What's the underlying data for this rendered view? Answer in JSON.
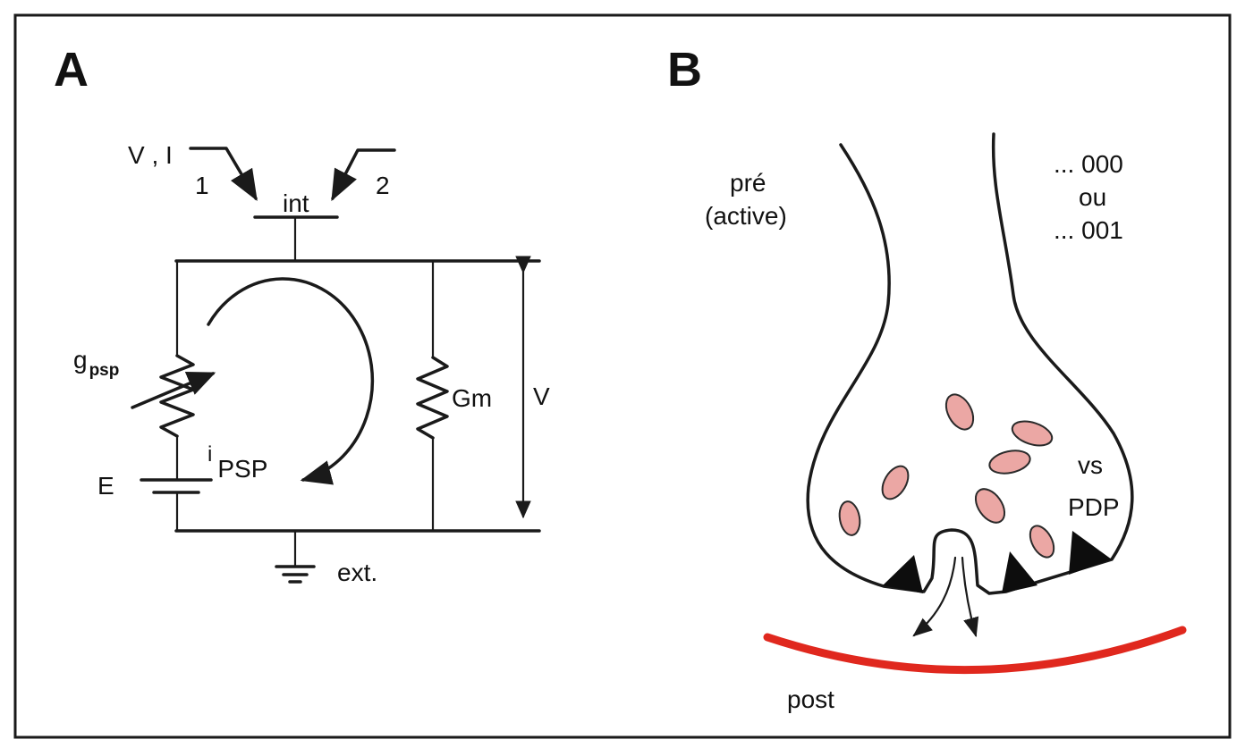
{
  "panels": {
    "a": {
      "letter": "A",
      "probe_label": "V , I",
      "electrode_1": "1",
      "electrode_2": "2",
      "int_label": "int",
      "gpsp_main": "g",
      "gpsp_sub": "psp",
      "gm_label": "Gm",
      "v_label": "V",
      "e_label": "E",
      "ipsp_pre": "i",
      "ipsp_main": "PSP",
      "ext_label": "ext."
    },
    "b": {
      "letter": "B",
      "pre_line1": "pré",
      "pre_line2": "(active)",
      "code_line1": "... 000",
      "code_line2": "ou",
      "code_line3": "... 001",
      "vs_label": "vs",
      "pdp_label": "PDP",
      "post_label": "post"
    }
  },
  "colors": {
    "vesicle": "#eba7a4",
    "postsynaptic": "#e0281e",
    "ink": "#1a1a1a"
  }
}
